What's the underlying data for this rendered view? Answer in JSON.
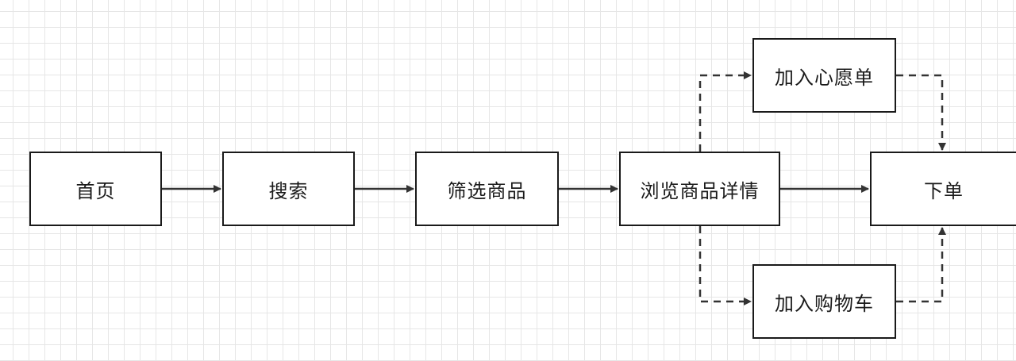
{
  "nodes": {
    "home": "首页",
    "search": "搜索",
    "filter": "筛选商品",
    "browse": "浏览商品详情",
    "wishlist": "加入心愿单",
    "cart": "加入购物车",
    "order": "下单"
  },
  "edges": [
    {
      "from": "home",
      "to": "search",
      "style": "solid"
    },
    {
      "from": "search",
      "to": "filter",
      "style": "solid"
    },
    {
      "from": "filter",
      "to": "browse",
      "style": "solid"
    },
    {
      "from": "browse",
      "to": "order",
      "style": "solid"
    },
    {
      "from": "browse",
      "to": "wishlist",
      "style": "dashed"
    },
    {
      "from": "browse",
      "to": "cart",
      "style": "dashed"
    },
    {
      "from": "wishlist",
      "to": "order",
      "style": "dashed"
    },
    {
      "from": "cart",
      "to": "order",
      "style": "dashed"
    }
  ],
  "colors": {
    "stroke": "#1a1a1a",
    "grid": "#e6e6e6",
    "background": "#ffffff"
  }
}
